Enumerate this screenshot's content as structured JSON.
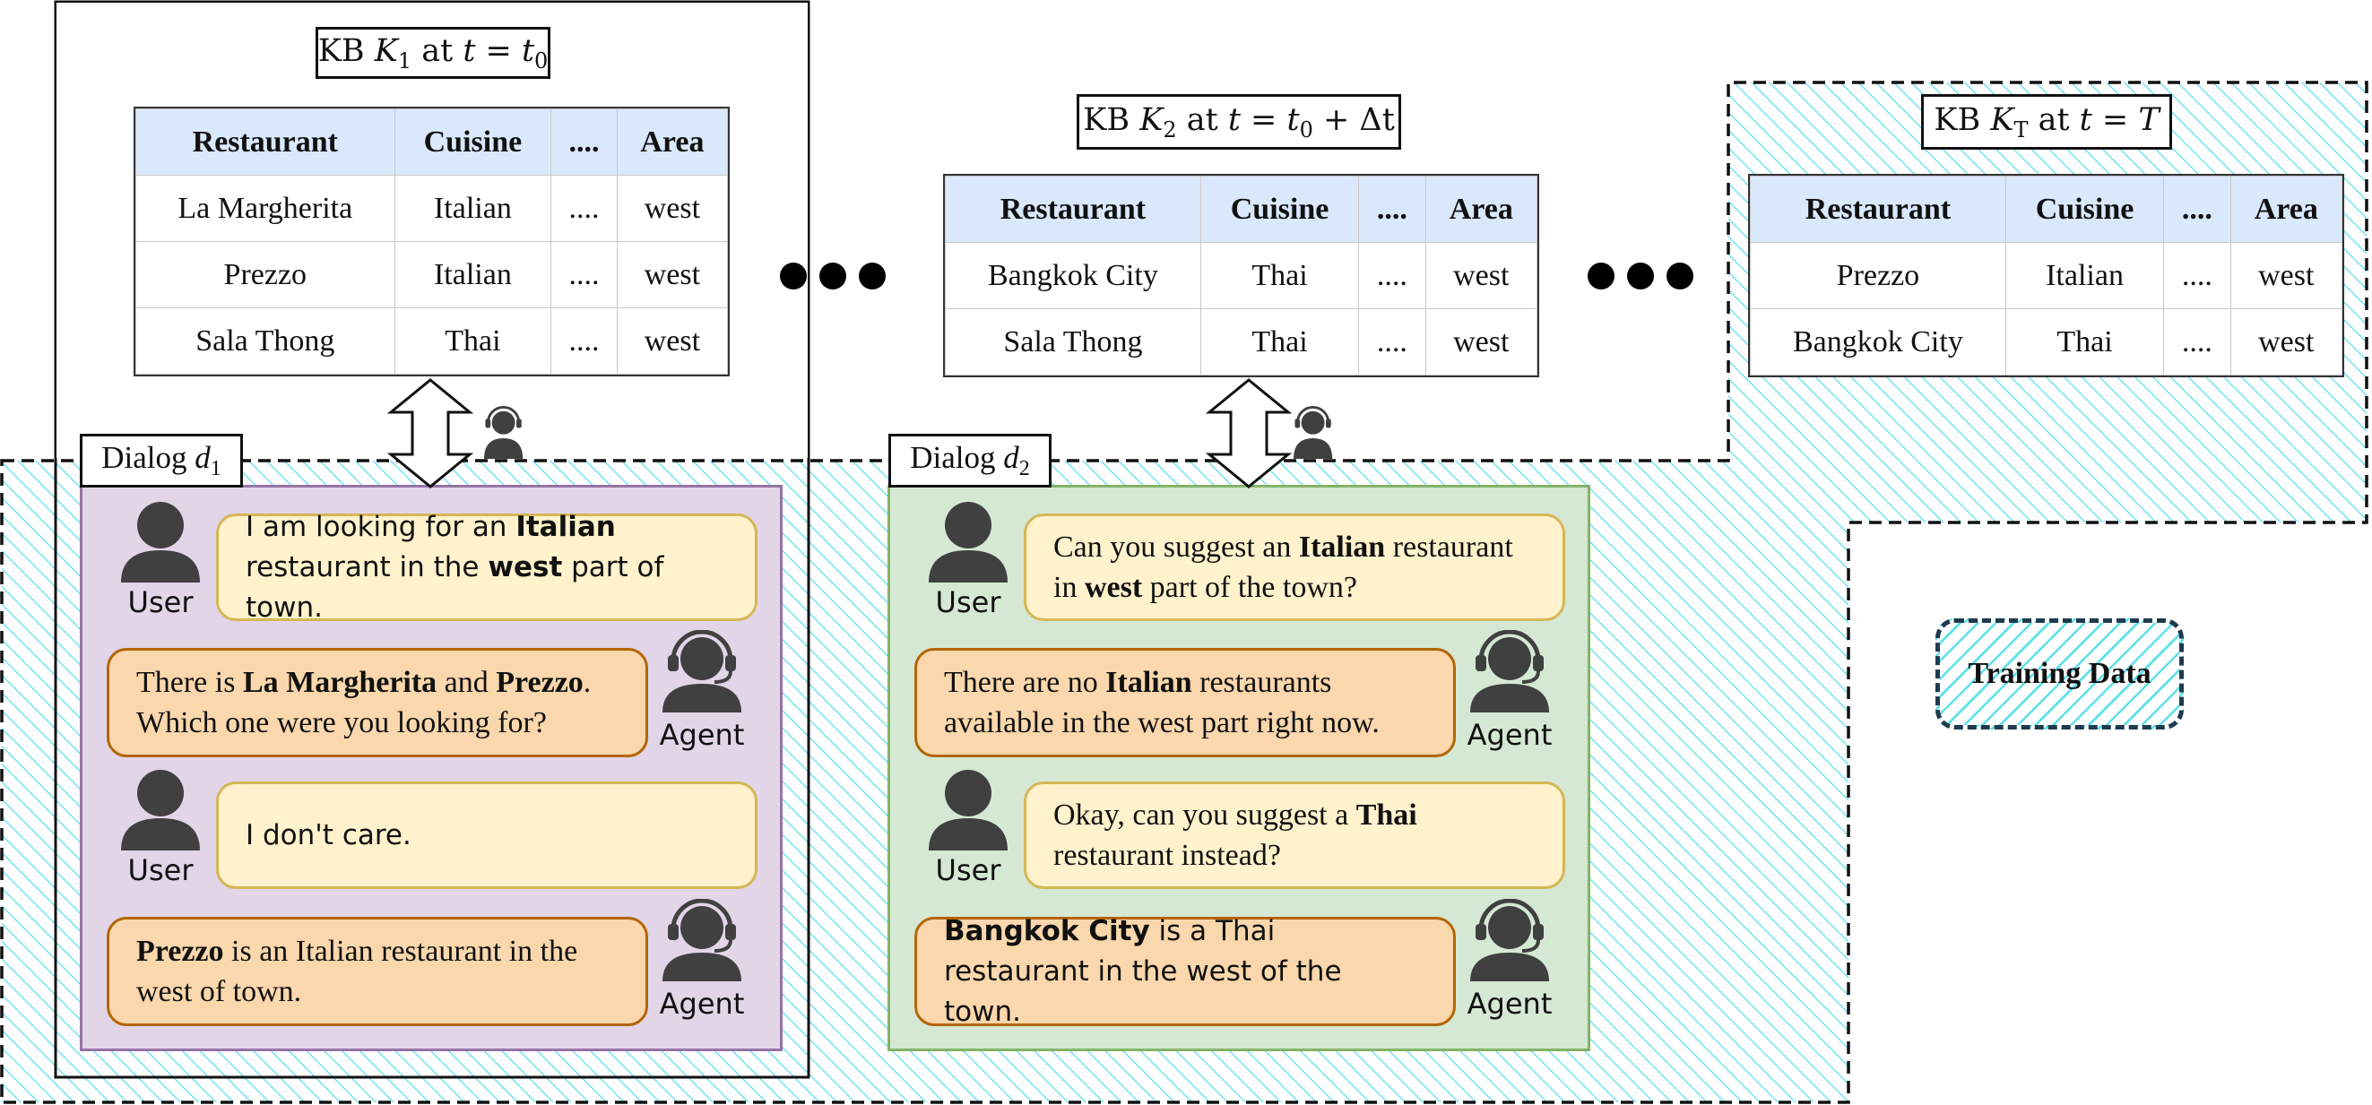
{
  "kb_tables": [
    {
      "title": {
        "prefix": "KB ",
        "var": "K",
        "sub": "1",
        "mid": " at ",
        "tvar": "t",
        "expr": " = t",
        "exprsub": "0",
        "tail": ""
      },
      "headers": [
        "Restaurant",
        "Cuisine",
        "....",
        "Area"
      ],
      "rows": [
        [
          "La Margherita",
          "Italian",
          "....",
          "west"
        ],
        [
          "Prezzo",
          "Italian",
          "....",
          "west"
        ],
        [
          "Sala Thong",
          "Thai",
          "....",
          "west"
        ]
      ]
    },
    {
      "title": {
        "prefix": "KB ",
        "var": "K",
        "sub": "2",
        "mid": " at ",
        "tvar": "t",
        "expr": " = t",
        "exprsub": "0",
        "tail": " + Δt"
      },
      "headers": [
        "Restaurant",
        "Cuisine",
        "....",
        "Area"
      ],
      "rows": [
        [
          "Bangkok City",
          "Thai",
          "....",
          "west"
        ],
        [
          "Sala Thong",
          "Thai",
          "....",
          "west"
        ]
      ]
    },
    {
      "title": {
        "prefix": "KB ",
        "var": "K",
        "sub": "T",
        "mid": " at ",
        "tvar": "t",
        "expr": " = T",
        "exprsub": "",
        "tail": ""
      },
      "headers": [
        "Restaurant",
        "Cuisine",
        "....",
        "Area"
      ],
      "rows": [
        [
          "Prezzo",
          "Italian",
          "....",
          "west"
        ],
        [
          "Bangkok City",
          "Thai",
          "....",
          "west"
        ]
      ]
    }
  ],
  "dialogs": [
    {
      "label": {
        "prefix": "Dialog ",
        "var": "d",
        "sub": "1"
      },
      "turns": [
        {
          "role": "User",
          "parts": [
            [
              "I am looking for an ",
              false
            ],
            [
              "Italian",
              true
            ],
            [
              " restaurant in the ",
              false
            ],
            [
              "west",
              true
            ],
            [
              " part of town.",
              false
            ]
          ]
        },
        {
          "role": "Agent",
          "parts": [
            [
              "There is ",
              false
            ],
            [
              "La Margherita",
              true
            ],
            [
              " and ",
              false
            ],
            [
              "Prezzo",
              true
            ],
            [
              ". Which one were you looking for?",
              false
            ]
          ]
        },
        {
          "role": "User",
          "parts": [
            [
              "I don't care.",
              false
            ]
          ]
        },
        {
          "role": "Agent",
          "parts": [
            [
              "Prezzo",
              true
            ],
            [
              " is an Italian restaurant in the west of town.",
              false
            ]
          ]
        }
      ]
    },
    {
      "label": {
        "prefix": "Dialog ",
        "var": "d",
        "sub": "2"
      },
      "turns": [
        {
          "role": "User",
          "parts": [
            [
              "Can you suggest an ",
              false
            ],
            [
              "Italian",
              true
            ],
            [
              " restaurant in ",
              false
            ],
            [
              "west",
              true
            ],
            [
              " part of the town?",
              false
            ]
          ]
        },
        {
          "role": "Agent",
          "parts": [
            [
              "There are no ",
              false
            ],
            [
              "Italian",
              true
            ],
            [
              " restaurants available in the west part right now.",
              false
            ]
          ]
        },
        {
          "role": "User",
          "parts": [
            [
              "Okay, can you suggest a ",
              false
            ],
            [
              "Thai",
              true
            ],
            [
              " restaurant instead?",
              false
            ]
          ]
        },
        {
          "role": "Agent",
          "parts": [
            [
              "Bangkok City",
              true
            ],
            [
              " is a Thai restaurant in the west of the town.",
              false
            ]
          ]
        }
      ]
    }
  ],
  "legend": {
    "training_label": "Training Data"
  },
  "icons": {
    "user": "user-icon",
    "agent": "agent-headset-icon"
  },
  "colors": {
    "table_header": "#dae8fc",
    "hatch": "#5fe0ec",
    "dialog1_panel": "#e1d5e7",
    "dialog1_border": "#9673a6",
    "dialog2_panel": "#d5e8d4",
    "dialog2_border": "#82b366",
    "user_bubble": "#fff2cc",
    "agent_bubble": "#fad7ac",
    "dashed_border": "#1f3a4d"
  }
}
